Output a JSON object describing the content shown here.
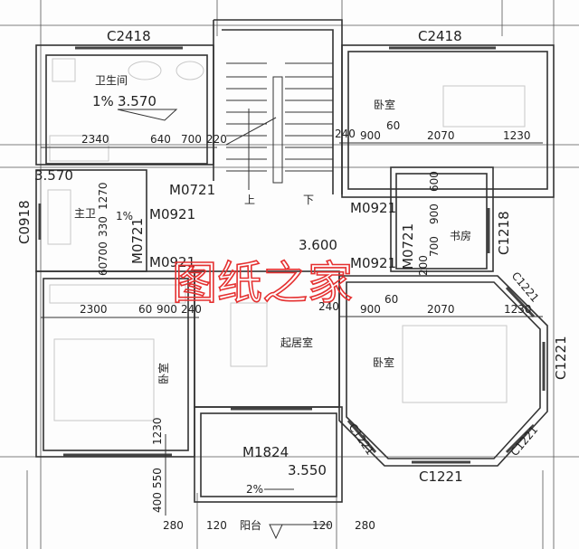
{
  "watermark": "图纸之家",
  "rooms": {
    "bathroom": "卫生间",
    "master_bath": "主卫",
    "bedroom_ne": "卧室",
    "study": "书房",
    "living": "起居室",
    "bedroom_sw": "卧室",
    "bedroom_se": "卧室",
    "balcony": "阳台"
  },
  "stair": {
    "up": "上",
    "down": "下"
  },
  "windows": {
    "top_left": "C2418",
    "top_right": "C2418",
    "left": "C0918",
    "study": "C1218",
    "oct_ne": "C1221",
    "oct_e": "C1221",
    "oct_se": "C1221",
    "oct_s": "C1221",
    "oct_sw": "C1221"
  },
  "doors": {
    "stair": "M0721",
    "master_bath_a": "M0921",
    "master_bath_b": "M0721",
    "bedroom_sw": "M0921",
    "bedroom_ne": "M0921",
    "bedroom_se": "M0921",
    "study": "M0721",
    "balcony": "M1824"
  },
  "elevations": {
    "bathroom": "3.570",
    "master_bath": "3.570",
    "living": "3.600",
    "balcony": "3.550"
  },
  "slopes": {
    "bathroom": "1%",
    "master_bath": "1%",
    "balcony": "2%"
  },
  "dimensions": {
    "top_left": [
      "2340",
      "640",
      "700",
      "220"
    ],
    "top_right": [
      "240",
      "900",
      "60",
      "2070",
      "1230"
    ],
    "master_bath_v": [
      "1270",
      "330",
      "700",
      "60"
    ],
    "study_v": [
      "600",
      "900",
      "700",
      "200"
    ],
    "mid_left": [
      "2300",
      "60",
      "900",
      "240"
    ],
    "mid_right": [
      "240",
      "900",
      "60",
      "2070",
      "1230"
    ],
    "sw_v": [
      "1230",
      "550",
      "400"
    ],
    "bottom": [
      "280",
      "120",
      "120",
      "280"
    ]
  }
}
